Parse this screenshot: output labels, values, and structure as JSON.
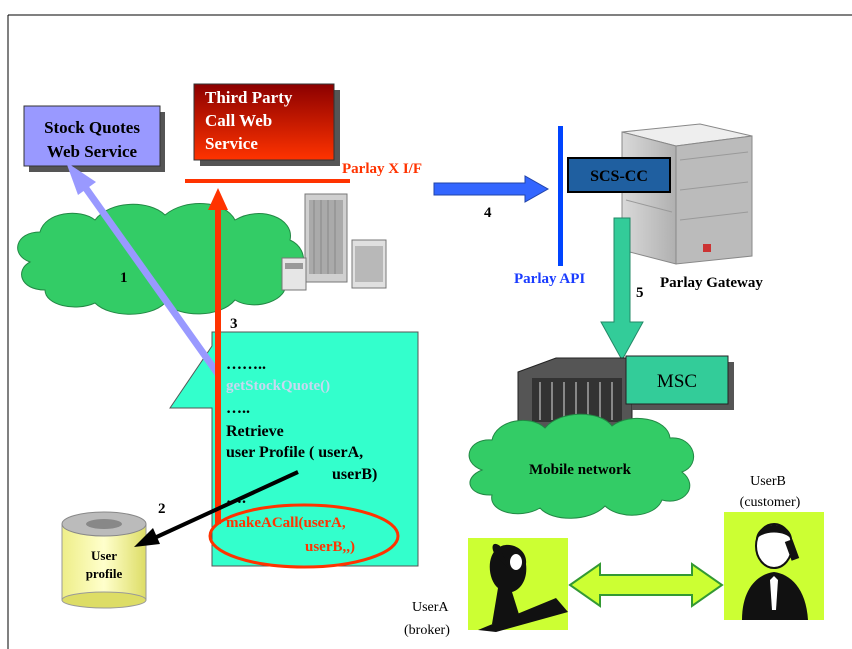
{
  "stock_quotes": {
    "line1": "Stock Quotes",
    "line2": "Web Service"
  },
  "third_party": {
    "line1": "Third Party",
    "line2": "Call Web",
    "line3": "Service"
  },
  "parlay_x_if": "Parlay X I/F",
  "scs_cc": "SCS-CC",
  "parlay_api": "Parlay API",
  "parlay_gateway": "Parlay Gateway",
  "msc": "MSC",
  "mobile_network": "Mobile network",
  "user_profile": {
    "line1": "User",
    "line2": "profile"
  },
  "step_labels": {
    "s1": "1",
    "s2": "2",
    "s3": "3",
    "s4": "4",
    "s5": "5"
  },
  "code": {
    "dots1": "……..",
    "get_stock": "getStockQuote()",
    "dots2": "…..",
    "retrieve": "Retrieve",
    "profile_line": "user Profile ( userA,",
    "userB_line": "userB)",
    "dots3": "….",
    "make_call1": "makeACall(userA,",
    "make_call2": "userB,,)"
  },
  "userB": {
    "name": "UserB",
    "role": "(customer)"
  },
  "userA": {
    "name": "UserA",
    "role": "(broker)"
  },
  "colors": {
    "stock_box": "#9999ff",
    "third_party_top": "#8b0000",
    "third_party_bottom": "#ff3300",
    "red": "#ff3300",
    "blue_arrow": "#3366ff",
    "teal": "#33cc99",
    "code_box": "#33ffcc",
    "cloud": "#33cc66",
    "lime": "#ccff33",
    "arrow_lavender": "#9999ff"
  }
}
